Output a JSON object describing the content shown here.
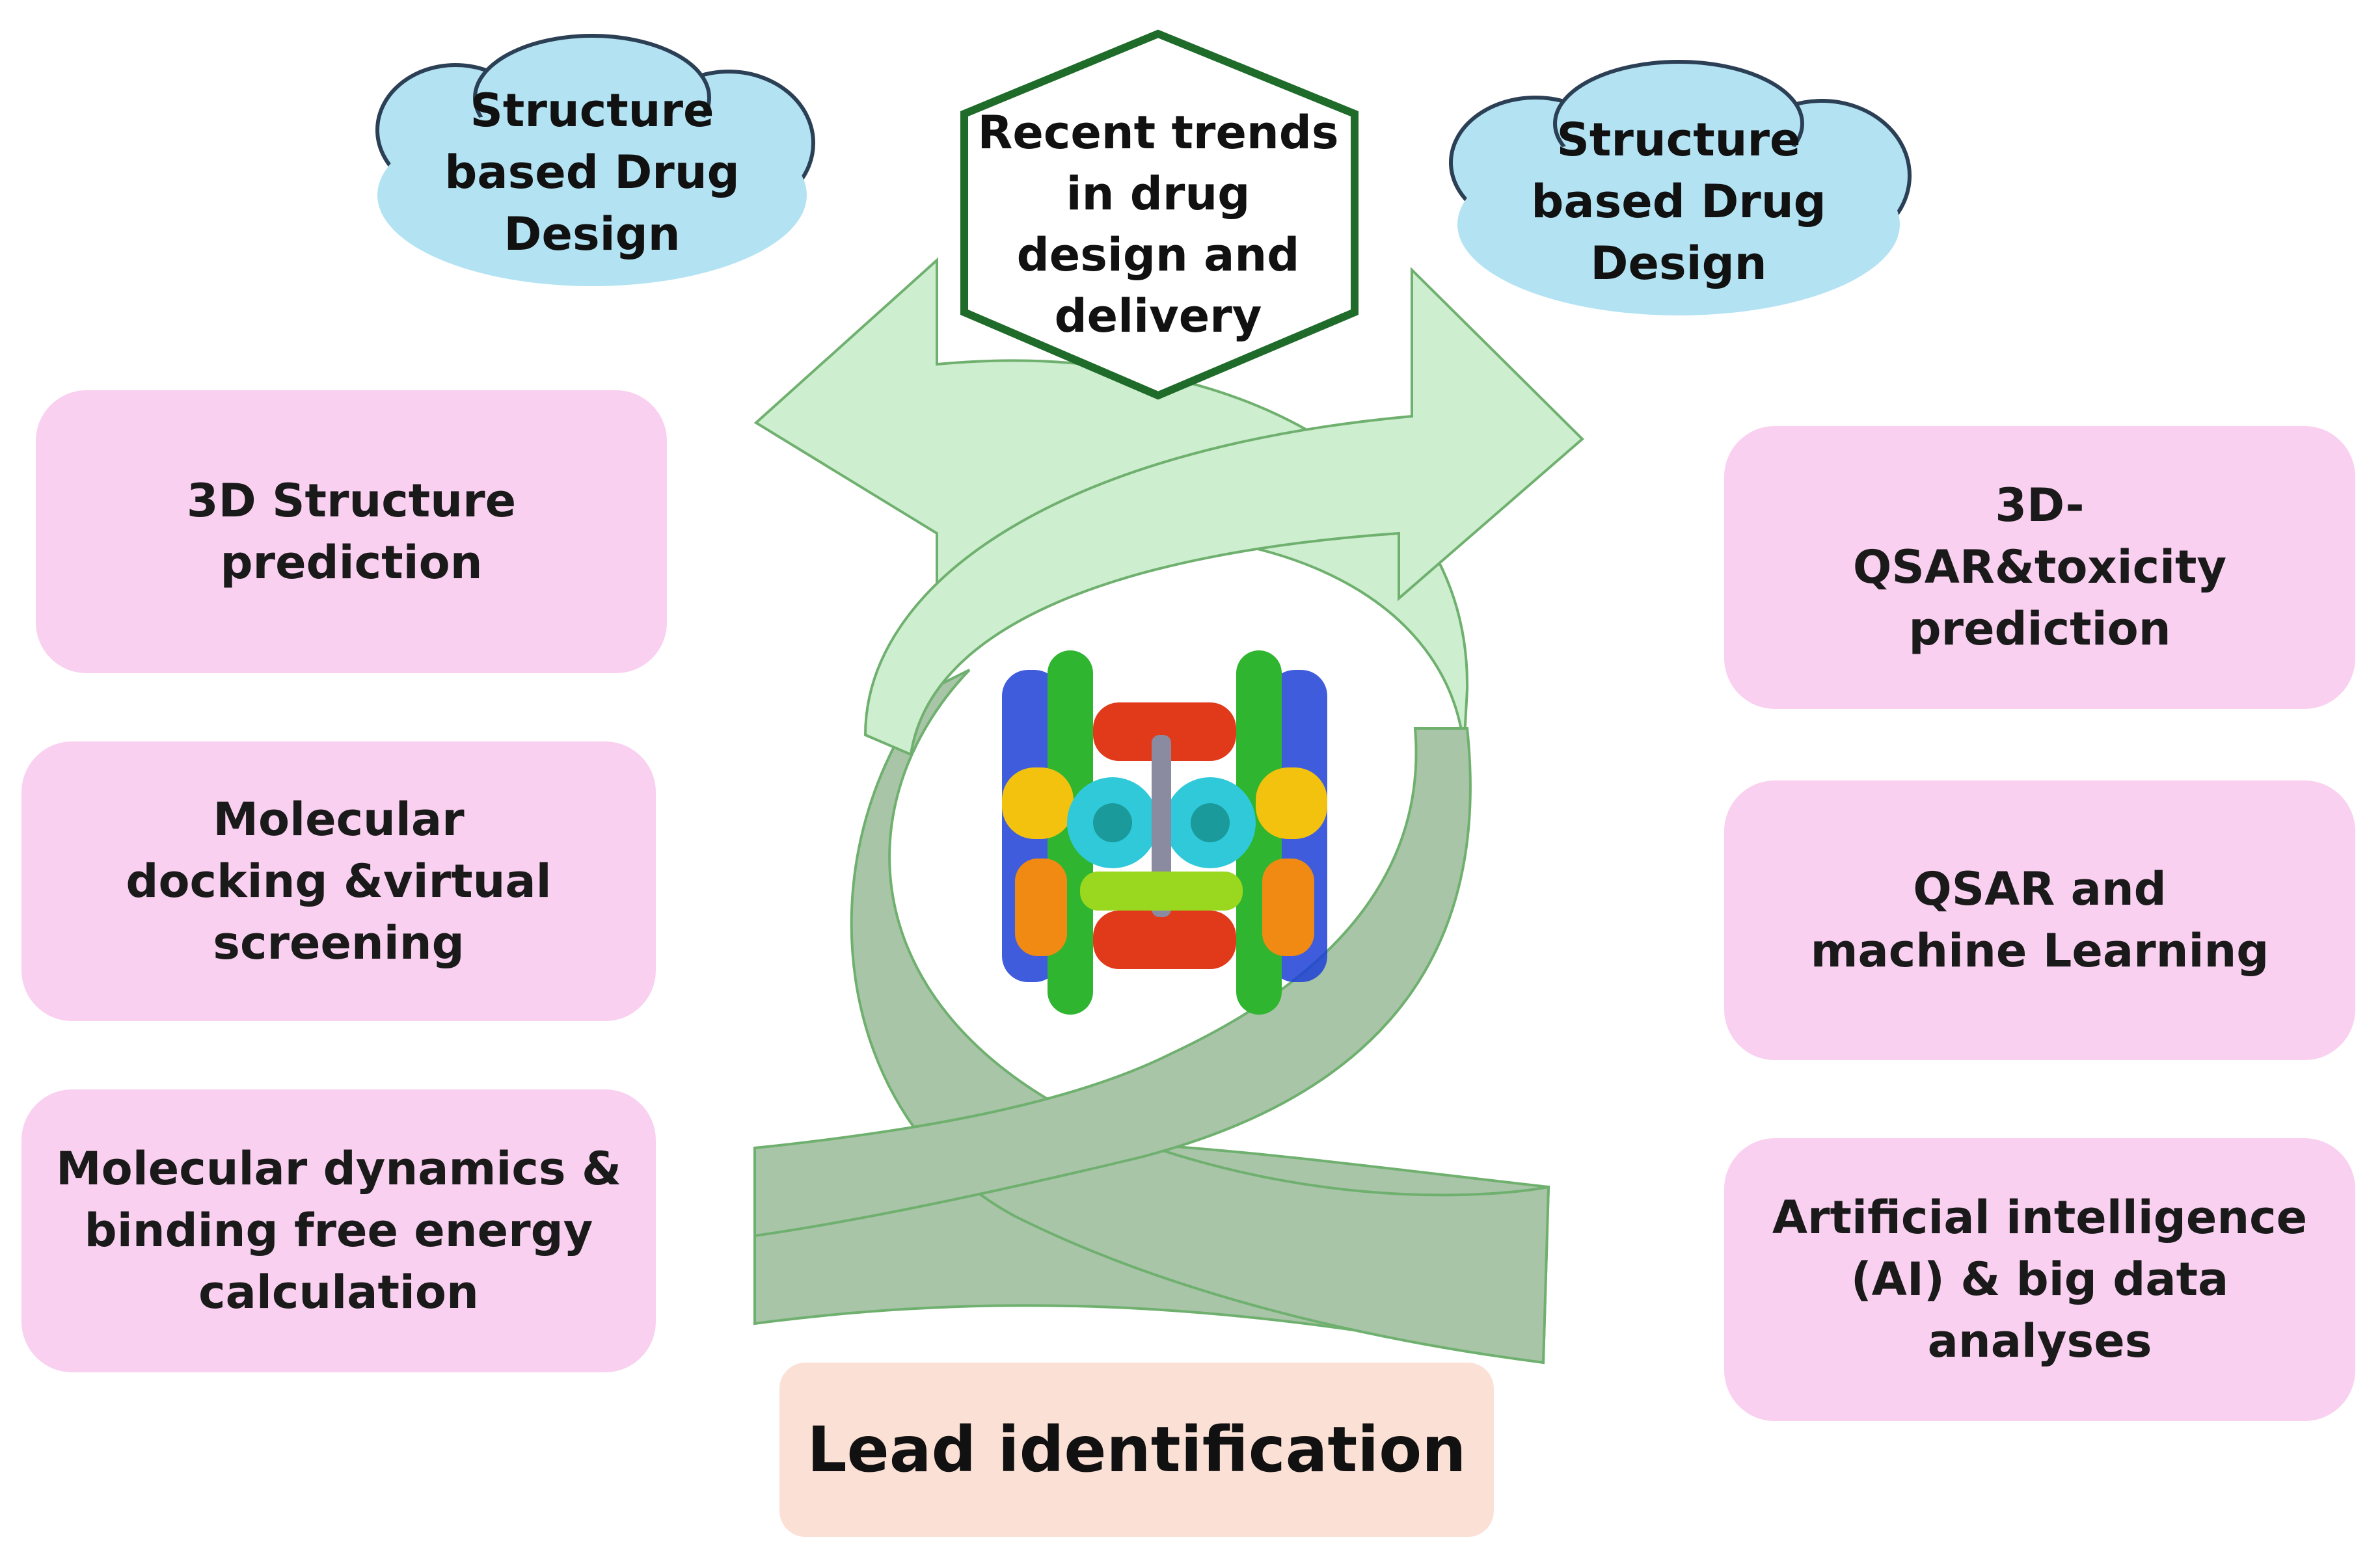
{
  "center": {
    "title": "Recent trends in drug design and delivery"
  },
  "clouds": [
    {
      "label": "Structure based Drug Design"
    },
    {
      "label": "Structure based Drug Design"
    }
  ],
  "left_boxes": [
    {
      "label": "3D Structure prediction"
    },
    {
      "label": "Molecular docking &virtual screening"
    },
    {
      "label": "Molecular dynamics & binding free energy calculation"
    }
  ],
  "right_boxes": [
    {
      "label": "3D-QSAR&toxicity prediction"
    },
    {
      "label": "QSAR and machine Learning"
    },
    {
      "label": "Artificial intelligence (AI) & big data analyses"
    }
  ],
  "bottom": {
    "label": "Lead identification"
  },
  "colors": {
    "box_fill": "#f9d0ef",
    "cloud_fill": "#b3e3f3",
    "hexagon_border": "#1f6b2a",
    "arrow_light": "#cdeecf",
    "arrow_dark": "#a8c5a8",
    "lead_fill": "#fbe0d6"
  },
  "icons": [
    "protein-structure-icon"
  ]
}
